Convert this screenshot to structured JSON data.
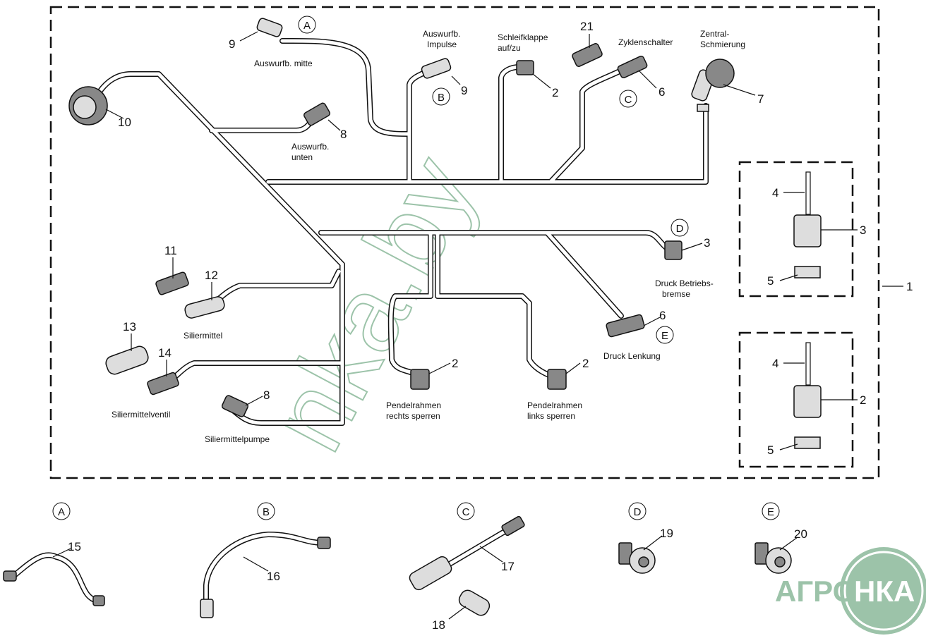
{
  "callouts": {
    "a": "A",
    "b": "B",
    "c": "C",
    "d": "D",
    "e": "E"
  },
  "numbers": {
    "n9a": "9",
    "n9b": "9",
    "n2a": "2",
    "n21": "21",
    "n6a": "6",
    "n7": "7",
    "n10": "10",
    "n8a": "8",
    "n3": "3",
    "n6b": "6",
    "n11": "11",
    "n12": "12",
    "n13": "13",
    "n14": "14",
    "n8b": "8",
    "n2b": "2",
    "n2c": "2",
    "box1_4": "4",
    "box1_3": "3",
    "box1_5": "5",
    "n1": "1",
    "box2_4": "4",
    "box2_2": "2",
    "box2_5": "5",
    "n15": "15",
    "n16": "16",
    "n17": "17",
    "n18": "18",
    "n19": "19",
    "n20": "20"
  },
  "labels": {
    "auswurfb_mitte": "Auswurfb. mitte",
    "auswurfb_impulse": [
      "Auswurfb.",
      "Impulse"
    ],
    "schleifklappe": [
      "Schleifklappe",
      "auf/zu"
    ],
    "zyklenschalter": "Zyklenschalter",
    "zentral": [
      "Zentral-",
      "Schmierung"
    ],
    "auswurfb_unten": [
      "Auswurfb.",
      "unten"
    ],
    "druck_betriebsbremse": [
      "Druck Betriebs-",
      "bremse"
    ],
    "druck_lenkung": "Druck Lenkung",
    "siliermittel": "Siliermittel",
    "siliermittelventil": "Siliermittelventil",
    "siliermittelpumpe": "Siliermittelpumpe",
    "pendel_rechts": [
      "Pendelrahmen",
      "rechts sperren"
    ],
    "pendel_links": [
      "Pendelrahmen",
      "links sperren"
    ]
  },
  "watermark": "nka.by",
  "logo": {
    "text_left": "АГРО",
    "text_right": "НКА",
    "color": "#9cc3a9"
  }
}
